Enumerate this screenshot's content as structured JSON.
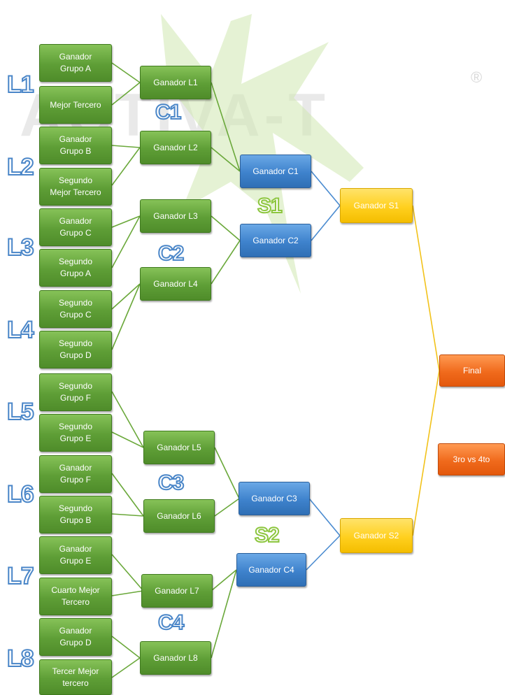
{
  "watermark": {
    "text": "ACTIVA-T",
    "registered": "®"
  },
  "labels": {
    "L1": "L1",
    "L2": "L2",
    "L3": "L3",
    "L4": "L4",
    "L5": "L5",
    "L6": "L6",
    "L7": "L7",
    "L8": "L8",
    "C1": "C1",
    "C2": "C2",
    "C3": "C3",
    "C4": "C4",
    "S1": "S1",
    "S2": "S2"
  },
  "round1": {
    "a1": "Ganador\nGrupo A",
    "a2": "Mejor Tercero",
    "b1": "Ganador\nGrupo B",
    "b2": "Segundo\nMejor Tercero",
    "c1": "Ganador\nGrupo C",
    "c2": "Segundo\nGrupo A",
    "d1": "Segundo\nGrupo C",
    "d2": "Segundo\nGrupo D",
    "e1": "Segundo\nGrupo F",
    "e2": "Segundo\nGrupo E",
    "f1": "Ganador\nGrupo F",
    "f2": "Segundo\nGrupo B",
    "g1": "Ganador\nGrupo E",
    "g2": "Cuarto Mejor\nTercero",
    "h1": "Ganador\nGrupo D",
    "h2": "Tercer Mejor\ntercero"
  },
  "round2": {
    "L1": "Ganador  L1",
    "L2": "Ganador L2",
    "L3": "Ganador  L3",
    "L4": "Ganador L4",
    "L5": "Ganador L5",
    "L6": "Ganador L6",
    "L7": "Ganador  L7",
    "L8": "Ganador L8"
  },
  "round3": {
    "C1": "Ganador  C1",
    "C2": "Ganador C2",
    "C3": "Ganador  C3",
    "C4": "Ganador C4"
  },
  "round4": {
    "S1": "Ganador S1",
    "S2": "Ganador  S2"
  },
  "finals": {
    "final": "Final",
    "third": "3ro vs 4to"
  },
  "colors": {
    "green": "#5e9e36",
    "blue": "#3e82cc",
    "yellow": "#ffd01f",
    "orange": "#f06a1c",
    "label_blue": "#4a86c8",
    "label_green": "#8dc63f"
  }
}
